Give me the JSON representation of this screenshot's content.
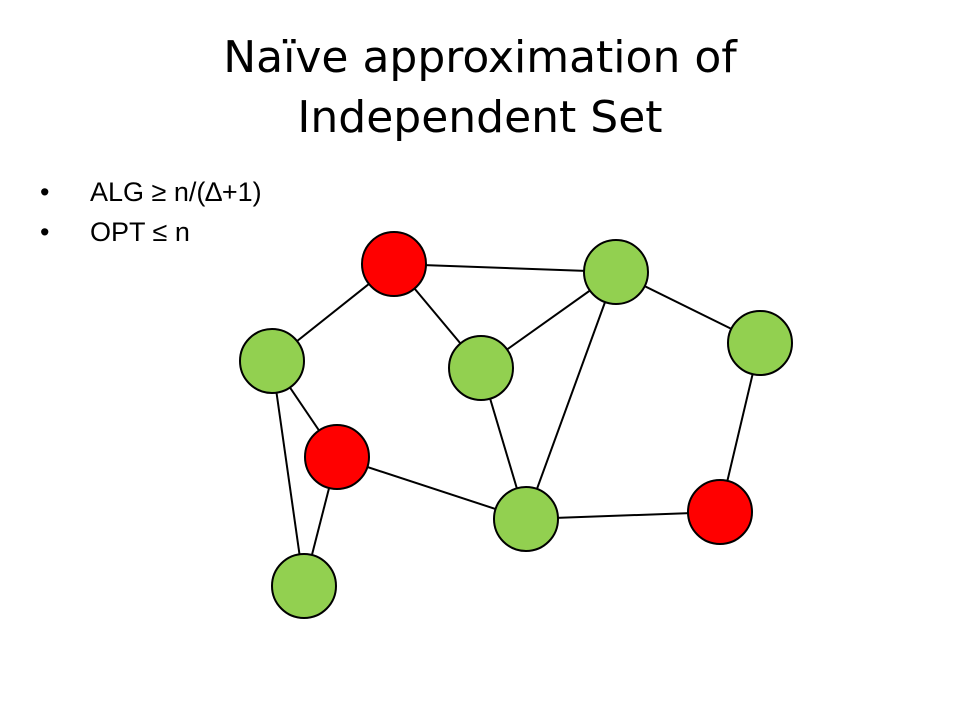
{
  "title": {
    "line1": "Naïve approximation of",
    "line2": "Independent Set"
  },
  "bullets": [
    {
      "marker": "•",
      "text": "ALG ≥ n/(∆+1)"
    },
    {
      "marker": "•",
      "text": "OPT ≤ n"
    }
  ],
  "colors": {
    "selected": "#ff0000",
    "unselected": "#92d050",
    "edge": "#000000"
  },
  "graph": {
    "nodes": [
      {
        "id": "n1",
        "state": "selected"
      },
      {
        "id": "n2",
        "state": "unselected"
      },
      {
        "id": "n3",
        "state": "unselected"
      },
      {
        "id": "n4",
        "state": "unselected"
      },
      {
        "id": "n5",
        "state": "unselected"
      },
      {
        "id": "n6",
        "state": "selected"
      },
      {
        "id": "n7",
        "state": "unselected"
      },
      {
        "id": "n8",
        "state": "selected"
      },
      {
        "id": "n9",
        "state": "unselected"
      }
    ],
    "edges": [
      [
        "n1",
        "n2"
      ],
      [
        "n1",
        "n3"
      ],
      [
        "n1",
        "n4"
      ],
      [
        "n2",
        "n4"
      ],
      [
        "n2",
        "n5"
      ],
      [
        "n2",
        "n7"
      ],
      [
        "n3",
        "n6"
      ],
      [
        "n3",
        "n9"
      ],
      [
        "n4",
        "n7"
      ],
      [
        "n6",
        "n7"
      ],
      [
        "n6",
        "n9"
      ],
      [
        "n7",
        "n8"
      ],
      [
        "n5",
        "n8"
      ]
    ]
  }
}
